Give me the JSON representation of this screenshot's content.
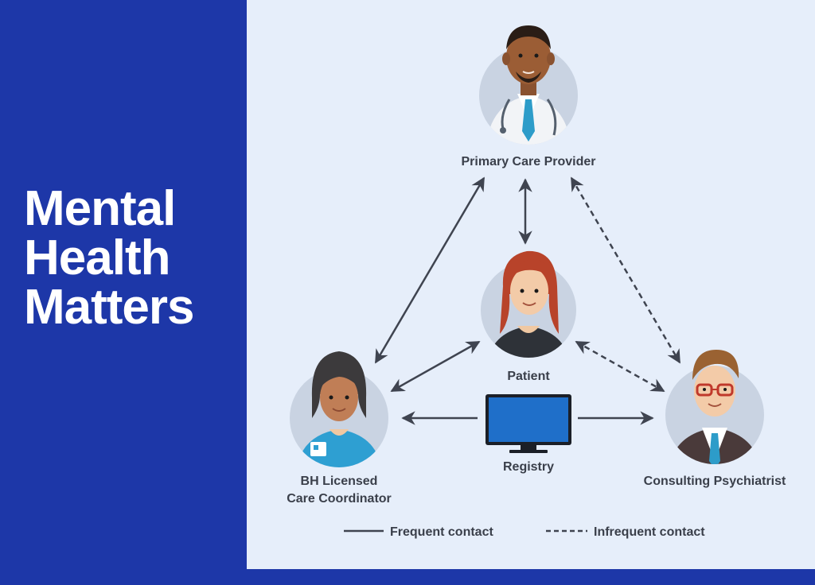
{
  "title_lines": [
    "Mental",
    "Health",
    "Matters"
  ],
  "nodes": {
    "primary_care": "Primary Care Provider",
    "patient": "Patient",
    "coordinator_line1": "BH Licensed",
    "coordinator_line2": "Care Coordinator",
    "psychiatrist": "Consulting Psychiatrist",
    "registry": "Registry"
  },
  "legend": {
    "frequent": "Frequent contact",
    "infrequent": "Infrequent contact"
  },
  "colors": {
    "brand_blue": "#1d37a8",
    "panel_bg": "#e6eefa",
    "avatar_bg": "#c9d3e2",
    "arrow": "#3f4450"
  }
}
